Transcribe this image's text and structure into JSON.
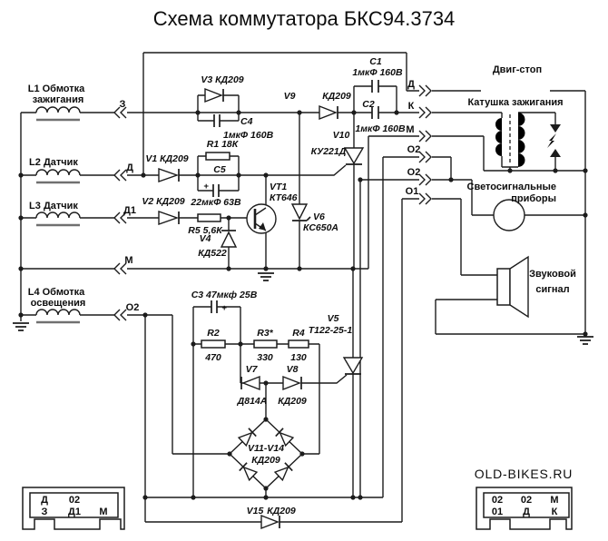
{
  "title": "Схема коммутатора БКС94.3734",
  "watermark": "OLD-BIKES.RU",
  "coils": {
    "l1": [
      "L1 Обмотка",
      "зажигания"
    ],
    "l2": "L2 Датчик",
    "l3": "L3 Датчик",
    "l4": [
      "L4 Обмотка",
      "освещения"
    ]
  },
  "pins_left": {
    "z": "З",
    "d": "Д",
    "d1": "Д1",
    "m": "М",
    "o2": "О2"
  },
  "pins_right": {
    "d": "Д",
    "k": "К",
    "m": "М",
    "o2a": "О2",
    "o2b": "О2",
    "o1": "О1"
  },
  "labels": {
    "kill_switch": "Двиг-стоп",
    "ignition_coil": "Катушка зажигания",
    "lamps": [
      "Светосигнальные",
      "приборы"
    ],
    "horn": [
      "Звуковой",
      "сигнал"
    ]
  },
  "components": {
    "v1": "V1 КД209",
    "v2": "V2 КД209",
    "v3": "V3 КД209",
    "v4": {
      "ref": "V4",
      "type": "КД522"
    },
    "v5": {
      "ref": "V5",
      "type": "Т122-25-1"
    },
    "v6": {
      "ref": "V6",
      "type": "КС650А"
    },
    "v7": {
      "ref": "V7",
      "type": "Д814А"
    },
    "v8": {
      "ref": "V8",
      "type": "КД209"
    },
    "v9": {
      "ref": "V9",
      "type": "КД209"
    },
    "v10": {
      "ref": "V10",
      "type": "КУ221Д"
    },
    "v11_14": {
      "ref": "V11-V14",
      "type": "КД209"
    },
    "v15": {
      "ref": "V15",
      "type": "КД209"
    },
    "vt1": {
      "ref": "VT1",
      "type": "КТ646"
    },
    "c1": {
      "ref": "C1",
      "value": "1мкФ 160В"
    },
    "c2": {
      "ref": "C2",
      "value": "1мкФ 160В"
    },
    "c3": "C3 47мкф 25В",
    "c4": {
      "ref": "C4",
      "value": "1мкФ 160В"
    },
    "c5": {
      "ref": "C5",
      "value": "22мкФ 63В"
    },
    "r1": "R1 18К",
    "r2": {
      "ref": "R2",
      "value": "470"
    },
    "r3": {
      "ref": "R3*",
      "value": "330"
    },
    "r4": {
      "ref": "R4",
      "value": "130"
    },
    "r5": "R5 5,6К",
    "plus": "+"
  },
  "connector_blocks": {
    "left": {
      "rows": [
        [
          "Д",
          "02",
          ""
        ],
        [
          "З",
          "Д1",
          "М"
        ]
      ]
    },
    "right": {
      "rows": [
        [
          "02",
          "02",
          "М"
        ],
        [
          "01",
          "Д",
          "К"
        ]
      ]
    }
  }
}
